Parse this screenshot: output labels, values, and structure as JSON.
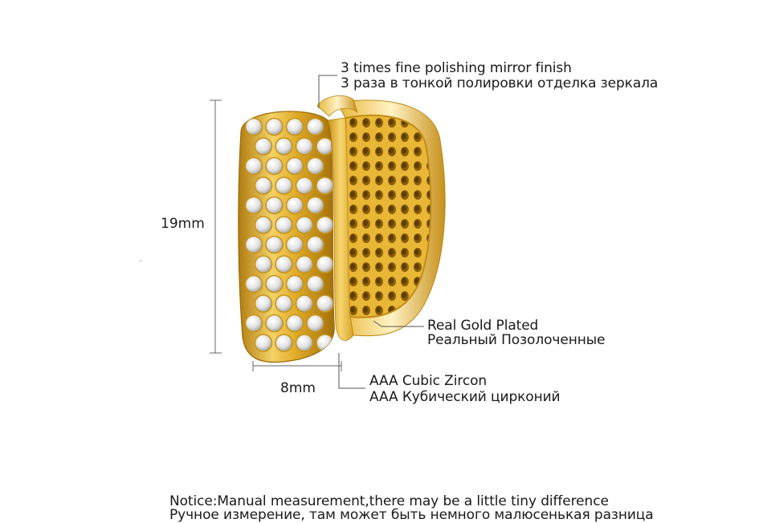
{
  "dimensions": {
    "height_label": "19mm",
    "width_label": "8mm"
  },
  "callouts": {
    "polish": {
      "en": "3 times fine polishing mirror finish",
      "ru": "3 раза в тонкой полировки отделка зеркала"
    },
    "plating": {
      "en": "Real Gold Plated",
      "ru": "Реальный Позолоченные"
    },
    "stone": {
      "en": "AAA Cubic Zircon",
      "ru": "AAA Кубический цирконий"
    }
  },
  "notice": {
    "en": "Notice:Manual measurement,there may be a little tiny difference",
    "ru": "Ручное измерение, там может быть немного малюсенькая разница"
  },
  "colors": {
    "gold_light": "#fbe9a0",
    "gold_mid": "#e8b832",
    "gold_dark": "#a9760c",
    "line": "#555555",
    "text": "#1a1a1a"
  }
}
